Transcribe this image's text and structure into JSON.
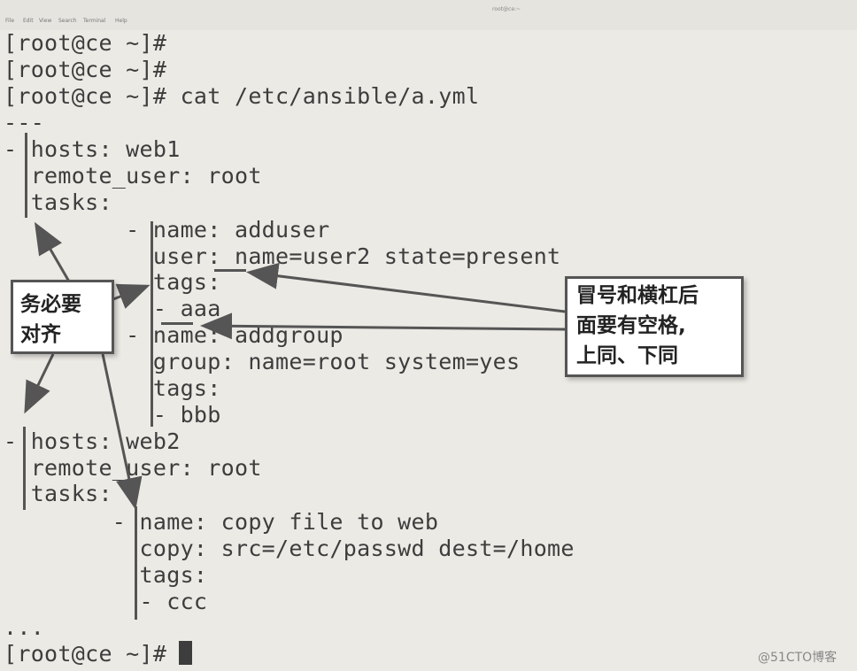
{
  "window": {
    "title": "root@ce:~",
    "menu": [
      "File",
      "Edit",
      "View",
      "Search",
      "Terminal",
      "Help"
    ]
  },
  "terminal": {
    "lines": [
      "[root@ce ~]#",
      "[root@ce ~]#",
      "[root@ce ~]# cat /etc/ansible/a.yml",
      "---",
      "- hosts: web1",
      "  remote_user: root",
      "  tasks:",
      "         - name: adduser",
      "           user: name=user2 state=present",
      "           tags:",
      "           - aaa",
      "         - name: addgroup",
      "           group: name=root system=yes",
      "           tags:",
      "           - bbb",
      "- hosts: web2",
      "  remote_user: root",
      "  tasks:",
      "        - name: copy file to web",
      "          copy: src=/etc/passwd dest=/home",
      "          tags:",
      "          - ccc",
      "...",
      "[root@ce ~]# "
    ]
  },
  "annotations": {
    "align_note": [
      "务必要",
      "对齐"
    ],
    "space_note": [
      "冒号和横杠后",
      "面要有空格,",
      "上同、下同"
    ]
  },
  "watermark": "@51CTO博客",
  "colors": {
    "background": "#eceae5",
    "text": "#3d3d3d",
    "annotation_line": "#555555"
  }
}
